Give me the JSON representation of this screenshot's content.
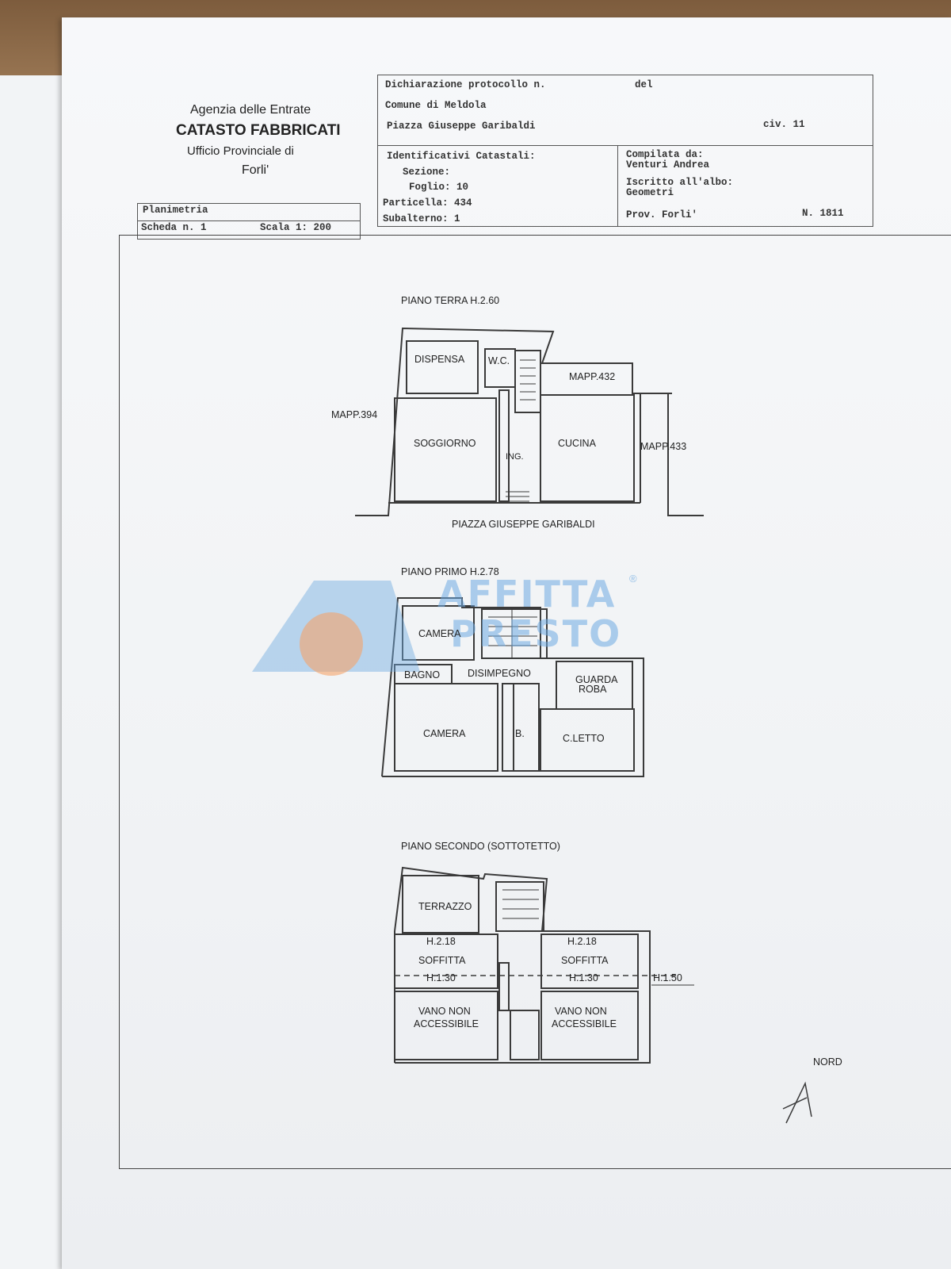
{
  "agency": {
    "line1": "Agenzia delle Entrate",
    "line2": "CATASTO FABBRICATI",
    "line3": "Ufficio Provinciale di",
    "line4": "Forli'"
  },
  "planimetria": {
    "label": "Planimetria",
    "scheda": "Scheda n. 1",
    "scala": "Scala 1: 200"
  },
  "header": {
    "dichiarazione": "Dichiarazione protocollo n.",
    "del": "del",
    "comune": "Comune di Meldola",
    "indirizzo": "Piazza Giuseppe Garibaldi",
    "civico": "civ. 11"
  },
  "identificativi": {
    "title": "Identificativi Catastali:",
    "sezione": "Sezione:",
    "foglio": "Foglio: 10",
    "particella": "Particella: 434",
    "subalterno": "Subalterno: 1"
  },
  "compilata": {
    "label": "Compilata da:",
    "name": "Venturi Andrea",
    "iscritto": "Iscritto all'albo:",
    "albo": "Geometri",
    "prov": "Prov. Forli'",
    "numero": "N. 1811"
  },
  "piano_terra": {
    "title": "PIANO TERRA H.2.60",
    "rooms": [
      "DISPENSA",
      "W.C.",
      "SOGGIORNO",
      "ING.",
      "CUCINA"
    ],
    "mapp": [
      "MAPP.432",
      "MAPP.394",
      "MAPP.433"
    ],
    "street": "PIAZZA GIUSEPPE GARIBALDI"
  },
  "piano_primo": {
    "title": "PIANO PRIMO H.2.78",
    "rooms": [
      "CAMERA",
      "BAGNO",
      "DISIMPEGNO",
      "GUARDA",
      "ROBA",
      "CAMERA",
      "B.",
      "C.LETTO"
    ]
  },
  "piano_secondo": {
    "title": "PIANO SECONDO (SOTTOTETTO)",
    "rooms": [
      "TERRAZZO",
      "H.2.18",
      "H.2.18",
      "SOFFITTA",
      "SOFFITTA",
      "H.1.30",
      "H.1.30",
      "H.1.50",
      "VANO NON",
      "ACCESSIBILE",
      "VANO NON",
      "ACCESSIBILE"
    ]
  },
  "nord": "NORD",
  "watermark": {
    "line1": "AFFITTA",
    "line2": "PRESTO",
    "reg": "®"
  },
  "colors": {
    "watermark_blue": "#6eaae1",
    "watermark_orange": "#f5a46a",
    "ink": "#2a2a2a"
  }
}
